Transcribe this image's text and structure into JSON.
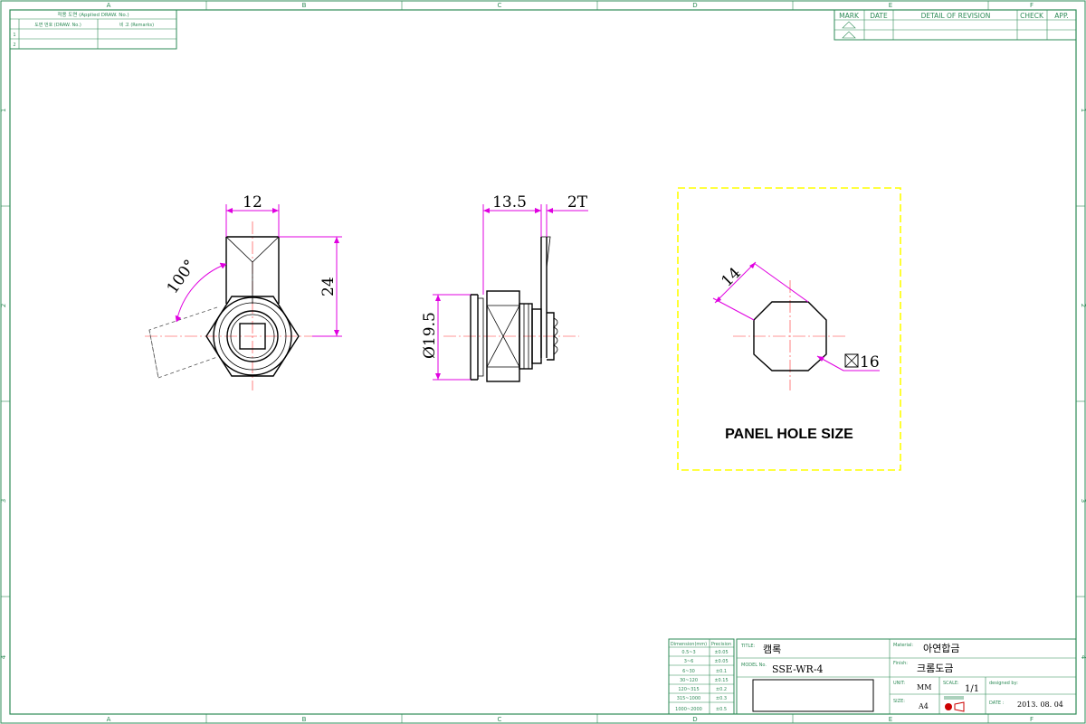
{
  "grid": {
    "columns": [
      "A",
      "B",
      "C",
      "D",
      "E",
      "F"
    ],
    "rows": [
      "1",
      "2",
      "3",
      "4"
    ]
  },
  "applied_table": {
    "title": "적용 도면 (Applied DRAW. No.)",
    "col1": "도면 번호 (DRAW. No.)",
    "col2": "비 고 (Remarks)",
    "rows": [
      "1",
      "2"
    ]
  },
  "revision_table": {
    "headers": [
      "MARK",
      "DATE",
      "DETAIL OF REVISION",
      "CHECK",
      "APP."
    ]
  },
  "dimensions": {
    "front_width": "12",
    "front_height": "24",
    "rotation": "100°",
    "side_width": "13.5",
    "thickness": "2T",
    "diameter": "Ø19.5",
    "hole_width": "14",
    "hole_square": "16"
  },
  "panel_label": "PANEL HOLE SIZE",
  "tolerance_table": {
    "headers": [
      "Dimension(mm)",
      "Precision"
    ],
    "rows": [
      [
        "0.5~3",
        "±0.05"
      ],
      [
        "3~6",
        "±0.05"
      ],
      [
        "6~30",
        "±0.1"
      ],
      [
        "30~120",
        "±0.15"
      ],
      [
        "120~315",
        "±0.2"
      ],
      [
        "315~1000",
        "±0.3"
      ],
      [
        "1000~2000",
        "±0.5"
      ]
    ]
  },
  "title_block": {
    "title_label": "TITLE:",
    "title": "캠록",
    "model_label": "MODEL No.",
    "model": "SSE-WR-4",
    "material_label": "Material:",
    "material": "아연합금",
    "finish_label": "Finish:",
    "finish": "크롬도금",
    "unit_label": "UNIT:",
    "unit": "MM",
    "scale_label": "SCALE:",
    "scale": "1/1",
    "designed_label": "designed by:",
    "size_label": "SIZE:",
    "size": "A4",
    "date_label": "DATE :",
    "date": "2013. 08. 04"
  }
}
